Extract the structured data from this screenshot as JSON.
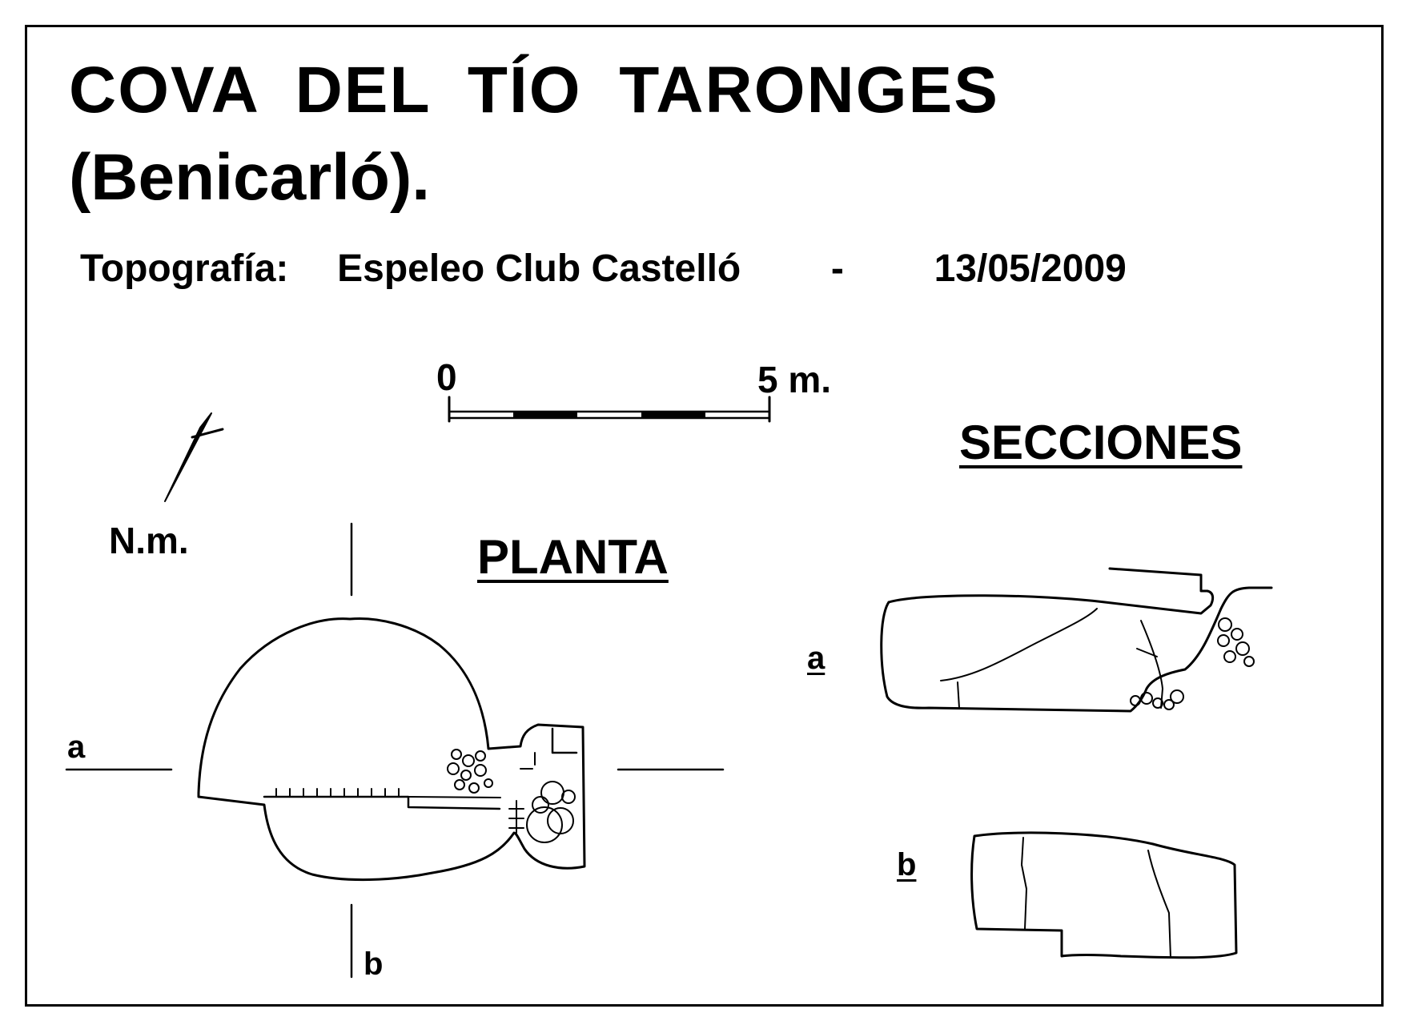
{
  "title": "COVA  DEL  TÍO  TARONGES",
  "subtitle": "(Benicarló).",
  "credits": {
    "label": "Topografía:",
    "author": "Espeleo Club Castelló",
    "separator": "-",
    "date": "13/05/2009"
  },
  "scale_bar": {
    "start_label": "0",
    "end_label": "5 m."
  },
  "north_arrow": {
    "label": "N.m.",
    "icon": "north-arrow-icon"
  },
  "plan": {
    "heading": "PLANTA",
    "section_a_label": "a",
    "section_b_label": "b"
  },
  "sections": {
    "heading": "SECCIONES",
    "a_label": "a",
    "b_label": "b"
  },
  "colors": {
    "ink": "#000000",
    "paper": "#ffffff"
  }
}
